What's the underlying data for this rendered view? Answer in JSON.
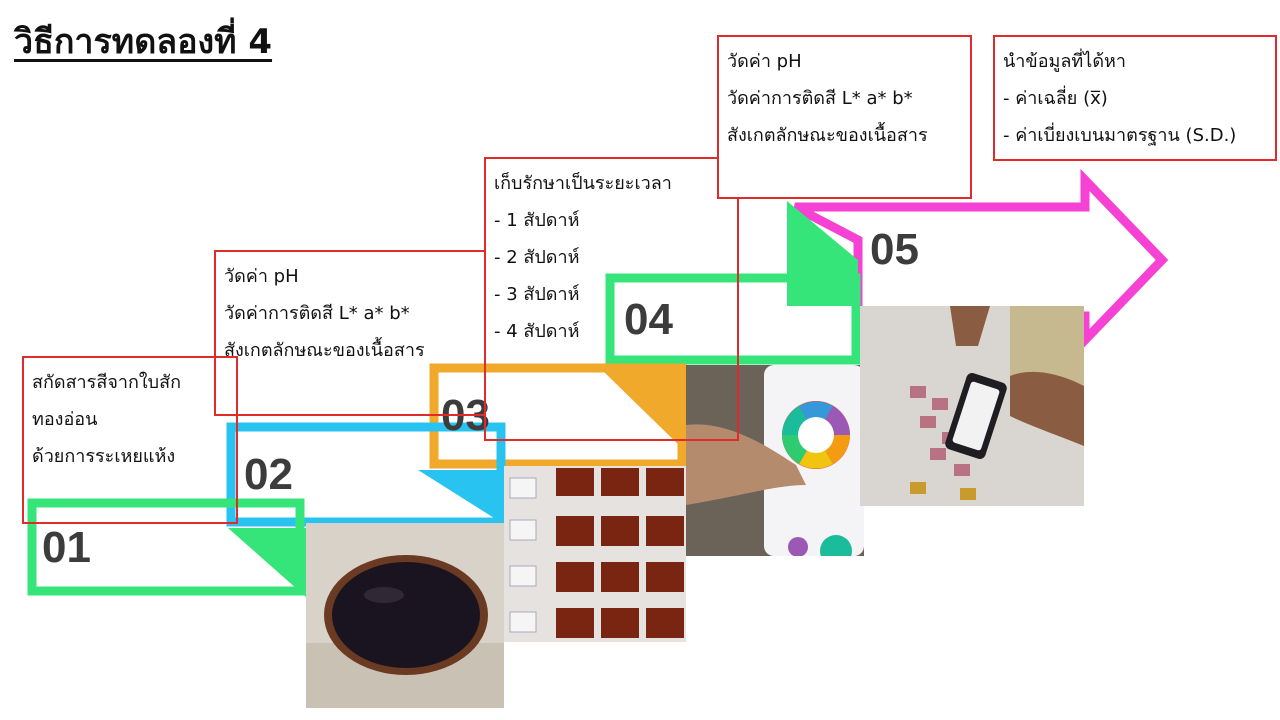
{
  "title": "วิธีการทดลองที่ 4",
  "steps": [
    {
      "num": "01",
      "color": "#36e57a",
      "lines": [
        "สกัดสารสีจากใบสัก",
        "ทองอ่อน",
        "ด้วยการระเหยแห้ง"
      ]
    },
    {
      "num": "02",
      "color": "#29c3f2",
      "lines": [
        "วัดค่า pH",
        "วัดค่าการติดสี L* a* b*",
        "สังเกตลักษณะของเนื้อสาร"
      ]
    },
    {
      "num": "03",
      "color": "#f0a92a",
      "lines": [
        "เก็บรักษาเป็นระยะเวลา",
        "- 1 สัปดาห์",
        "- 2 สัปดาห์",
        "- 3 สัปดาห์",
        "- 4 สัปดาห์"
      ]
    },
    {
      "num": "04",
      "color": "#36e57a",
      "lines": [
        "วัดค่า pH",
        "วัดค่าการติดสี L* a* b*",
        "สังเกตลักษณะของเนื้อสาร"
      ]
    },
    {
      "num": "05",
      "color": "#f542d4",
      "lines": [
        "นำข้อมูลที่ได้หา",
        "- ค่าเฉลี่ย (x̅)",
        "- ค่าเบี่ยงเบนมาตรฐาน (S.D.)"
      ]
    }
  ]
}
